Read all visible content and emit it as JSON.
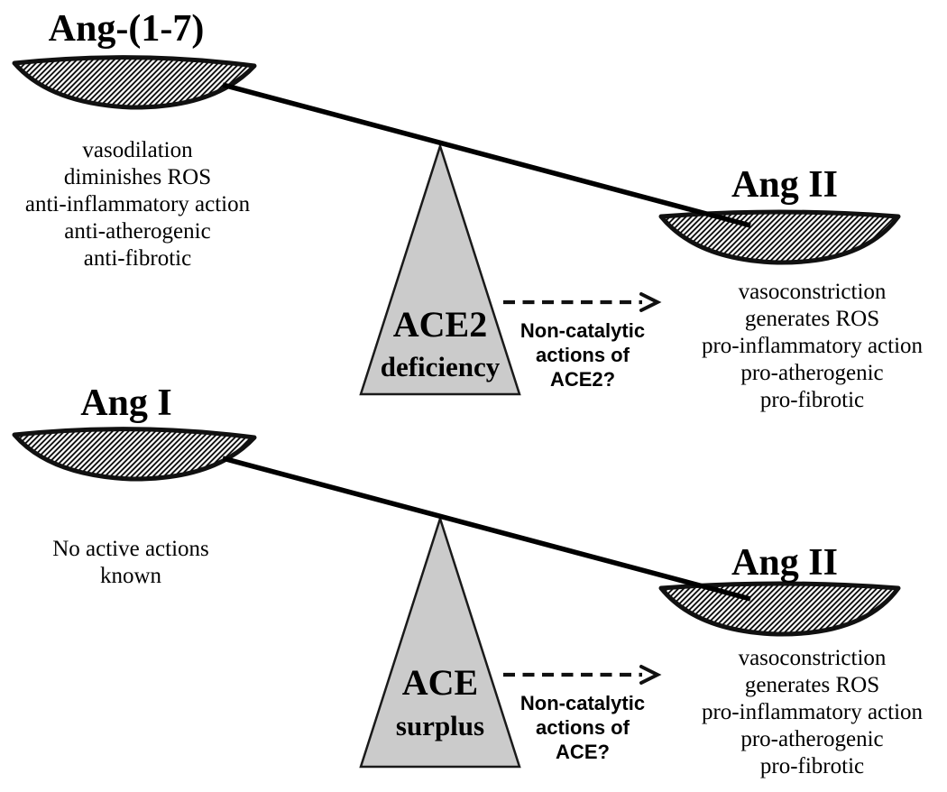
{
  "colors": {
    "ink": "#000000",
    "triangle_fill": "#cbcbcb",
    "triangle_stroke": "#1a1a1a",
    "background": "#ffffff"
  },
  "scales": [
    {
      "name": "ACE2 deficiency balance",
      "left_pan": {
        "title": "Ang-(1-7)",
        "effects": [
          "vasodilation",
          "diminishes ROS",
          "anti-inflammatory action",
          "anti-atherogenic",
          "anti-fibrotic"
        ]
      },
      "fulcrum": {
        "enzyme": "ACE2",
        "state": "deficiency"
      },
      "arrow_question": {
        "line1": "Non-catalytic",
        "line2": "actions of",
        "line3": "ACE2?"
      },
      "right_pan": {
        "title": "Ang II",
        "effects": [
          "vasoconstriction",
          "generates ROS",
          "pro-inflammatory action",
          "pro-atherogenic",
          "pro-fibrotic"
        ]
      }
    },
    {
      "name": "ACE surplus balance",
      "left_pan": {
        "title": "Ang I",
        "effects": [
          "No active actions",
          "known"
        ]
      },
      "fulcrum": {
        "enzyme": "ACE",
        "state": "surplus"
      },
      "arrow_question": {
        "line1": "Non-catalytic",
        "line2": "actions of",
        "line3": "ACE?"
      },
      "right_pan": {
        "title": "Ang II",
        "effects": [
          "vasoconstriction",
          "generates ROS",
          "pro-inflammatory action",
          "pro-atherogenic",
          "pro-fibrotic"
        ]
      }
    }
  ]
}
